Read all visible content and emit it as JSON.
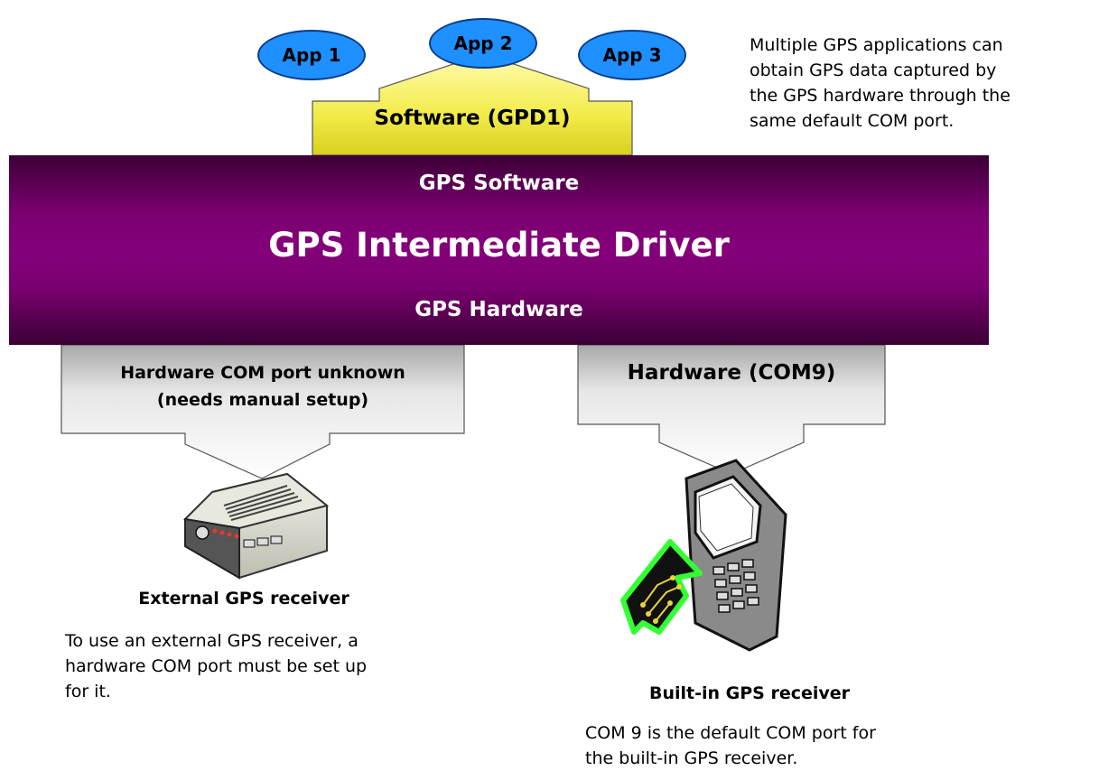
{
  "apps": [
    "App 1",
    "App 2",
    "App 3"
  ],
  "software_label": "Software (GPD1)",
  "top_note": [
    "Multiple GPS applications can",
    "obtain GPS data captured by",
    "the GPS hardware through the",
    "same default COM port."
  ],
  "driver": {
    "top": "GPS Software",
    "main": "GPS Intermediate Driver",
    "bottom": "GPS Hardware"
  },
  "left_path": {
    "label_line1": "Hardware COM port unknown",
    "label_line2": "(needs manual setup)",
    "device_title": "External GPS receiver",
    "note": [
      "To use an external GPS receiver, a",
      "hardware COM port must be set up",
      "for it."
    ]
  },
  "right_path": {
    "label": "Hardware (COM9)",
    "device_title": "Built-in GPS receiver",
    "note": [
      "COM 9 is the default COM port for",
      "the built-in GPS receiver."
    ]
  },
  "colors": {
    "app_fill": "#1e90ff",
    "software_arrow": "#f5f05a",
    "driver_band": "#84007a",
    "hardware_arrow": "#d9d9d9"
  }
}
